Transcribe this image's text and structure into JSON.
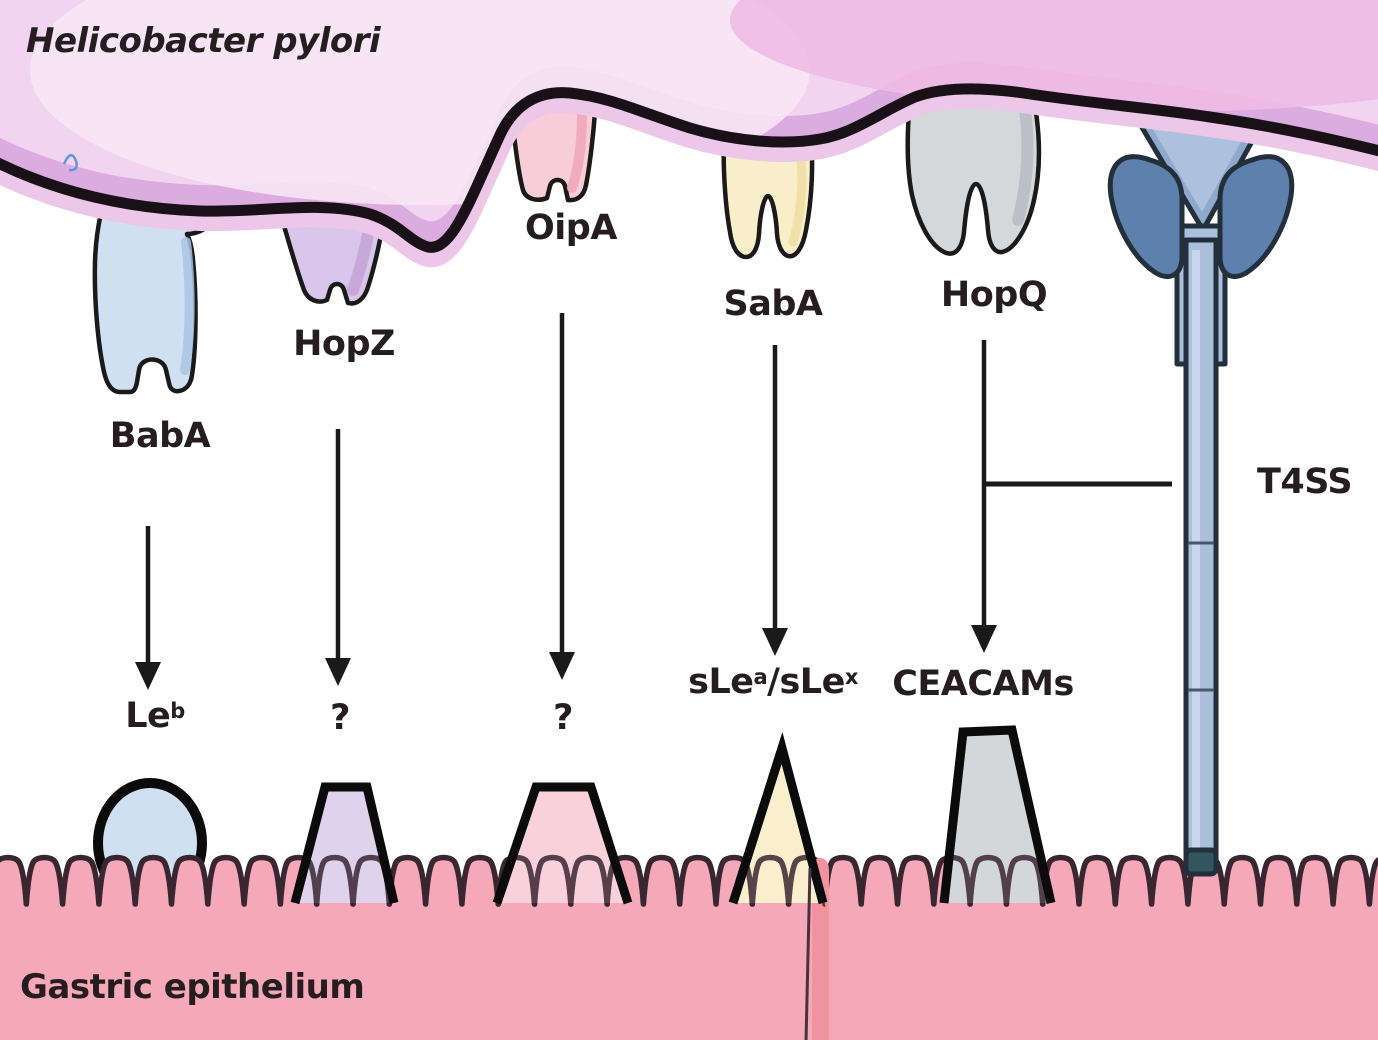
{
  "title": {
    "organism": "Helicobacter pylori",
    "tissue": "Gastric epithelium"
  },
  "adhesins": {
    "baba": "BabA",
    "hopz": "HopZ",
    "oipa": "OipA",
    "saba": "SabA",
    "hopq": "HopQ",
    "t4ss": "T4SS"
  },
  "receptors": {
    "leb": {
      "base": "Le",
      "sup": "b"
    },
    "hopz_unknown": "?",
    "oipa_unknown": "?",
    "sle": {
      "p1": "sLe",
      "s1": "a",
      "p2": "/sLe",
      "s2": "x"
    },
    "ceacams": "CEACAMs"
  },
  "colors": {
    "background": "#ffffff",
    "bacterium_body": "#f2d4f0",
    "bacterium_band": "#dcabdf",
    "bacterium_highlight": "#f8e7f7",
    "bacterium_top_patch": "#eebbe7",
    "membrane_outline": "#1a1118",
    "baba": "#cfe0f1",
    "hopz": "#d9c6ea",
    "oipa": "#f8ccd9",
    "saba": "#f8efca",
    "hopq": "#d5d8db",
    "t4ss_light": "#a9bfda",
    "t4ss_mid": "#8fa9cc",
    "t4ss_dark": "#5d80ad",
    "t4ss_tip": "#33555f",
    "epithelium": "#f5a9b8",
    "epithelium_outline": "#3a2630",
    "epithelium_stripe": "#f1929f",
    "leb_receptor": "#cfe0f1",
    "hopz_receptor": "#ded2ed",
    "oipa_receptor": "#f8d1dc",
    "sle_receptor": "#f9efcd",
    "ceacam_receptor": "#d3d7da",
    "arrow": "#1a1a1a",
    "label": "#251d20"
  }
}
